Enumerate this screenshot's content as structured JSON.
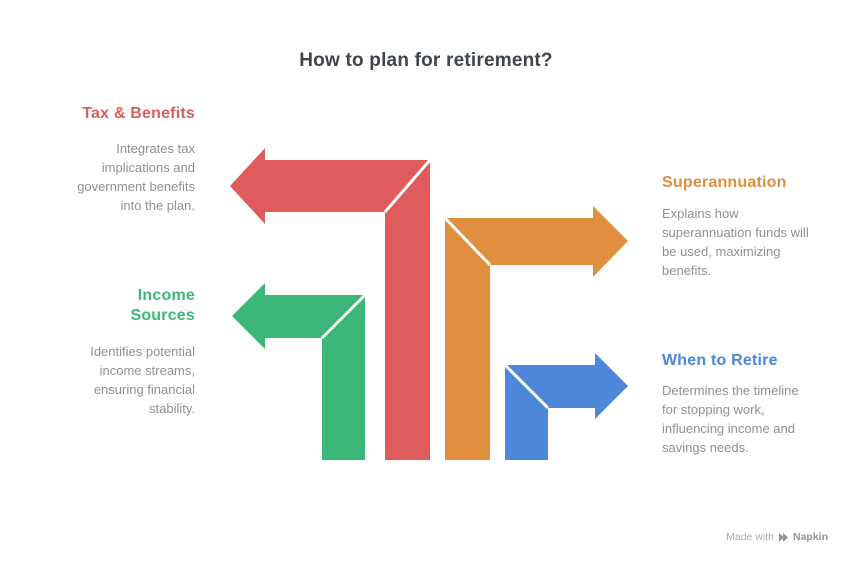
{
  "title": "How to plan for retirement?",
  "sections": [
    {
      "heading": "Tax & Benefits",
      "body": "Integrates tax implications and government benefits into the plan.",
      "color": "#E05C5C"
    },
    {
      "heading": "Income Sources",
      "body": "Identifies potential income streams, ensuring financial stability.",
      "color": "#3BB877"
    },
    {
      "heading": "Superannuation",
      "body": "Explains how superannuation funds will be used, maximizing benefits.",
      "color": "#E08F3F"
    },
    {
      "heading": "When to Retire",
      "body": "Determines the timeline for stopping work, influencing income and savings needs.",
      "color": "#4C87D9"
    }
  ],
  "footer": {
    "made_with": "Made with",
    "brand": "Napkin"
  }
}
